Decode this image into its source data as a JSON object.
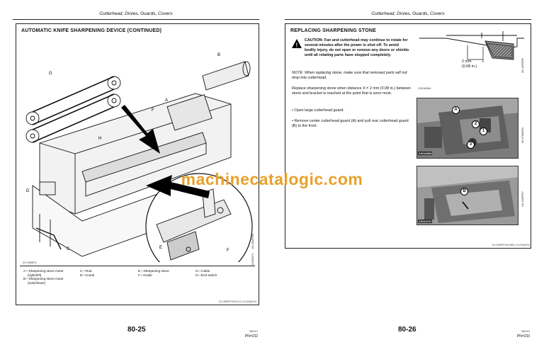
{
  "left": {
    "header": "Cutterhead, Drives, Guards, Covers",
    "section_title": "AUTOMATIC KNIFE SHARPENING DEVICE (CONTINUED)",
    "labels": {
      "A": "A",
      "B": "B",
      "C": "C",
      "D": "D",
      "E": "E",
      "F1": "F",
      "F2": "F",
      "G": "G",
      "H": "H"
    },
    "figure_id": "ZX 095873",
    "vertical_ids": [
      "UN-05APR00",
      "ZX095873"
    ],
    "legend": {
      "col1": [
        "A—Sharpening stone motor",
        "(right/left)",
        "B—Sharpening stone motor",
        "(raise/lower)"
      ],
      "col2": [
        "C—Rod",
        "D—Crank"
      ],
      "col3": [
        "E—Sharpening stone",
        "F—Guide"
      ],
      "col4": [
        "G—Cable",
        "H—End switch"
      ]
    },
    "footer_code": "ZX,OMSPFH001212-19-01MAY04",
    "page_number": "80-25",
    "small_code": "080401",
    "pn": "PN=232"
  },
  "right": {
    "header": "Cutterhead, Drives, Guards, Covers",
    "section_title": "REPLACING SHARPENING STONE",
    "caution": "CAUTION: Fan and cutterhead may continue to rotate for several minutes after the power is shut off. To avoid bodily injury, do not open or remove any doors or shields until all rotating parts have stopped completely.",
    "note": "NOTE: When replacing stone, make sure that removed parts will not drop into cutterhead.",
    "para1": "Replace sharpening stone when distance X = 2 mm (0.08 in.) between stone and bracket is reached at the point that is worn most.",
    "bullet1": "• Open large cutterhead guard.",
    "bullet2": "• Remove center cutterhead guard (A) and pull rear cutterhead guard (B) to the front.",
    "dimension": "2 mm",
    "dimension2": "(0.08 in.)",
    "fig1_id": "ZX036364",
    "fig1_vert": "UN-11FEB99",
    "fig2_id": "ZX016565",
    "fig2_vert": "UN-07MAR00",
    "fig3_id": "ZX013737",
    "fig3_vert": "UN-03APR97",
    "callouts": {
      "A": "A",
      "n1": "1",
      "n2": "2",
      "n3": "3",
      "B": "B"
    },
    "footer_code": "ZX,OMSPFH012801-19-01MAY04",
    "page_number": "80-26",
    "small_code": "080401",
    "pn": "PN=233"
  },
  "watermark": "machinecatalogic.com"
}
